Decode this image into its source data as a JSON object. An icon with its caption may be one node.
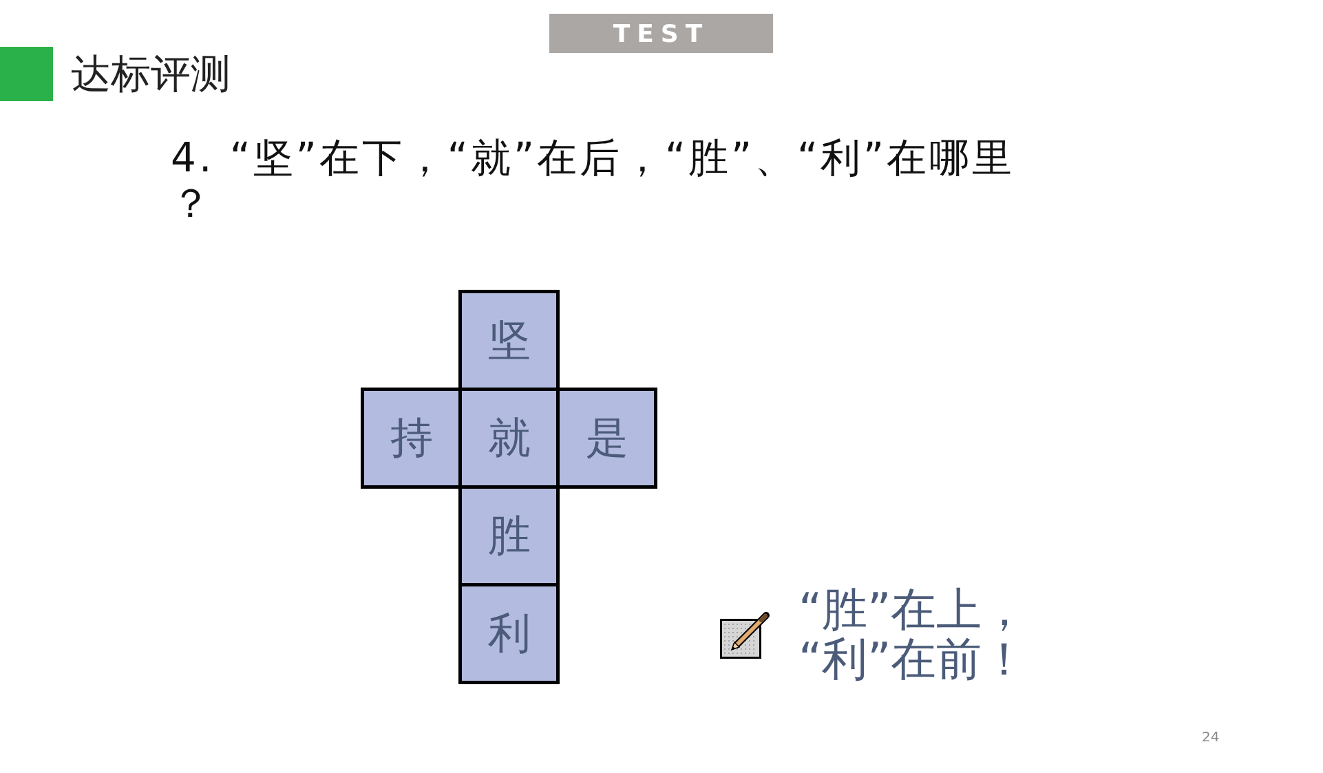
{
  "diagram": {
    "title": "达标评测",
    "nodes": [
      {
        "text": [
          "坚"
        ]
      },
      {
        "text": [
          "持"
        ]
      },
      {
        "text": [
          "就"
        ]
      },
      {
        "text": [
          "是"
        ]
      },
      {
        "text": [
          "胜"
        ]
      },
      {
        "text": [
          "利"
        ]
      }
    ],
    "labels": [
      "TEST",
      "4. “坚”在下，“就”在后，“胜”、“利”在哪里？",
      "“胜”在上，“利”在前！",
      "24"
    ]
  }
}
